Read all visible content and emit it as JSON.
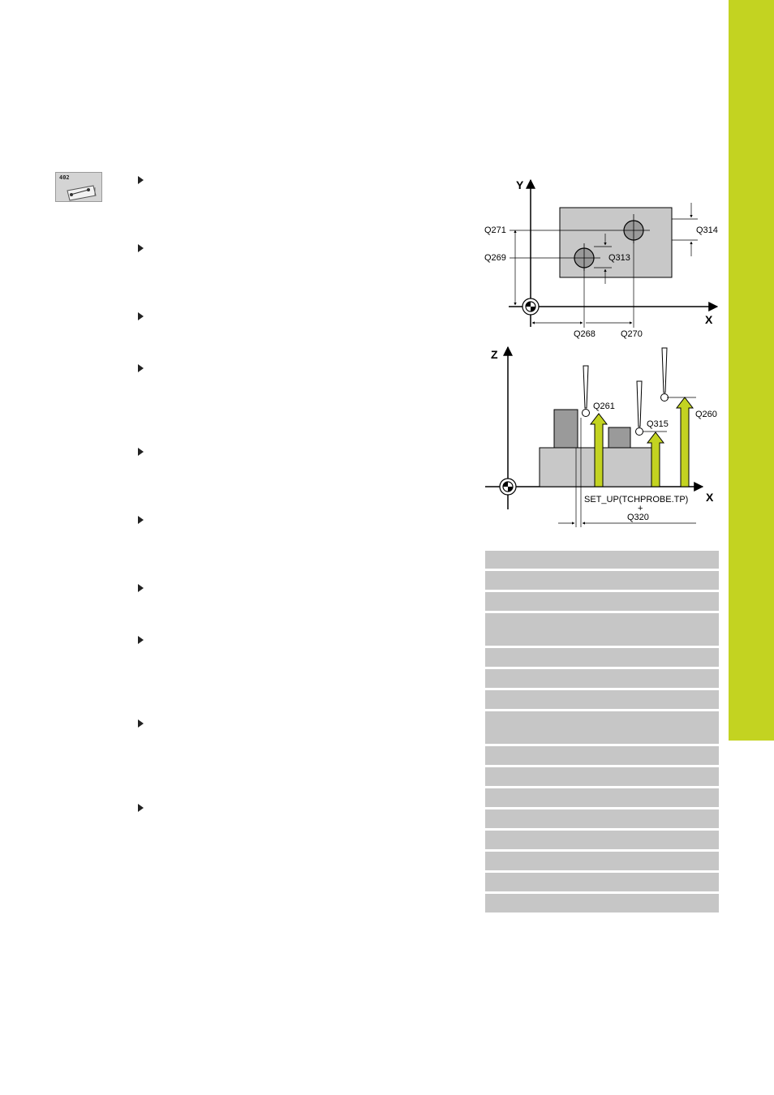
{
  "cycle_icon": {
    "number": "402"
  },
  "diagram_top": {
    "axis_x": "X",
    "axis_y": "Y",
    "labels": {
      "q271": "Q271",
      "q269": "Q269",
      "q314": "Q314",
      "q313": "Q313",
      "q268": "Q268",
      "q270": "Q270"
    }
  },
  "diagram_bottom": {
    "axis_x": "X",
    "axis_z": "Z",
    "labels": {
      "q261": "Q261",
      "q315": "Q315",
      "q260": "Q260",
      "setup": "SET_UP(TCHPROBE.TP)",
      "plus": "+",
      "q320": "Q320"
    }
  },
  "colors": {
    "side_tab": "#c3d321",
    "arrow_fill": "#c3d321",
    "part_fill": "#c8c8c8",
    "table_row": "#c6c6c6"
  },
  "param_rows": [
    {
      "size": "single"
    },
    {
      "size": "single"
    },
    {
      "size": "single"
    },
    {
      "size": "double"
    },
    {
      "size": "single"
    },
    {
      "size": "single"
    },
    {
      "size": "single"
    },
    {
      "size": "double"
    },
    {
      "size": "single"
    },
    {
      "size": "single"
    },
    {
      "size": "single"
    },
    {
      "size": "single"
    },
    {
      "size": "single"
    },
    {
      "size": "single"
    },
    {
      "size": "single"
    },
    {
      "size": "single"
    }
  ]
}
